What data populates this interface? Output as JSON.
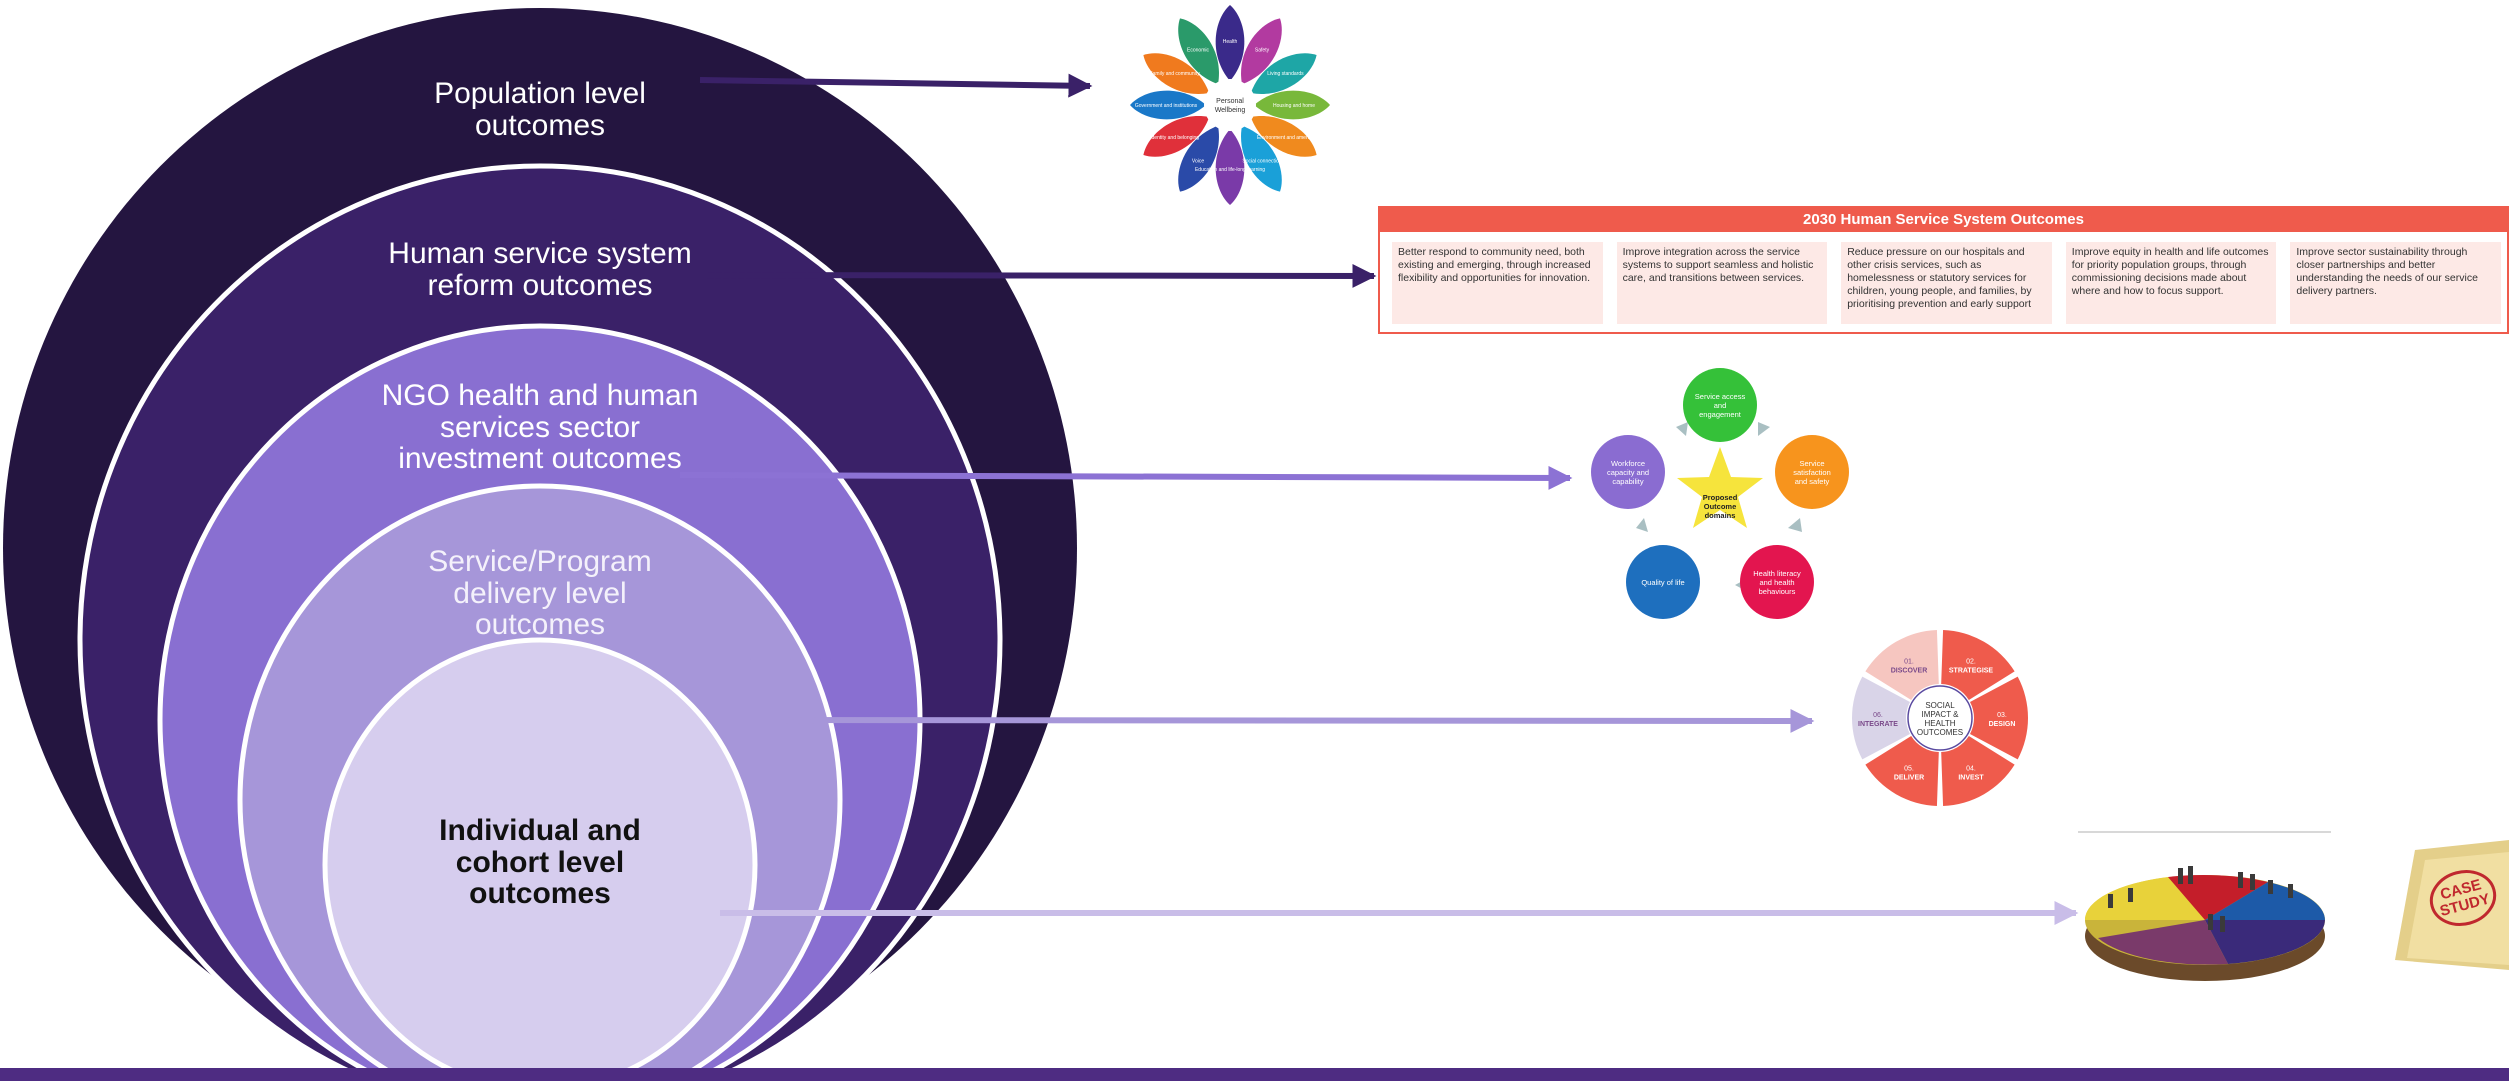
{
  "levels": {
    "population": {
      "line1": "Population level",
      "line2": "outcomes"
    },
    "system": {
      "line1": "Human service system",
      "line2": "reform outcomes"
    },
    "ngo": {
      "line1": "NGO health and human",
      "line2": "services  sector",
      "line3": "investment outcomes"
    },
    "program": {
      "line1": "Service/Program",
      "line2": "delivery level",
      "line3": "outcomes"
    },
    "individual": {
      "line1": "Individual and",
      "line2": "cohort level",
      "line3": "outcomes"
    }
  },
  "wellbeing_flower": {
    "center": [
      "Personal",
      "Wellbeing"
    ],
    "petals": [
      "Health",
      "Safety",
      "Living standards",
      "Housing and home",
      "Environment and amenity",
      "Social connection",
      "Education and life-long learning",
      "Voice",
      "Identity and belonging",
      "Government and institutions",
      "Family and community",
      "Economic"
    ]
  },
  "outcomes_table": {
    "title": "2030 Human Service System Outcomes",
    "cells": [
      "Better respond to community need, both existing and emerging, through increased flexibility and opportunities for innovation.",
      "Improve integration across the service systems to support seamless and holistic care, and transitions between services.",
      "Reduce pressure on our hospitals and other crisis services, such as homelessness or statutory services for children, young people, and families, by prioritising prevention and early support",
      "Improve equity in health and life outcomes for priority population groups, through commissioning decisions made about where and how to focus support.",
      "Improve sector sustainability through closer partnerships and better understanding the needs of our service delivery partners."
    ]
  },
  "domains": {
    "center": [
      "Proposed",
      "Outcome",
      "domains"
    ],
    "items": [
      {
        "lines": [
          "Service access",
          "and",
          "engagement"
        ],
        "color": "#35c139"
      },
      {
        "lines": [
          "Service",
          "satisfaction",
          "and safety"
        ],
        "color": "#f7941d"
      },
      {
        "lines": [
          "Health literacy",
          "and health",
          "behaviours"
        ],
        "color": "#e3154f"
      },
      {
        "lines": [
          "Quality of life"
        ],
        "color": "#1e6fbe"
      },
      {
        "lines": [
          "Workforce",
          "capacity and",
          "capability"
        ],
        "color": "#8a6cd1"
      }
    ]
  },
  "cycle": {
    "center": [
      "SOCIAL",
      "IMPACT &",
      "HEALTH",
      "OUTCOMES"
    ],
    "segments": [
      {
        "num": "02.",
        "name": "STRATEGISE"
      },
      {
        "num": "03.",
        "name": "DESIGN"
      },
      {
        "num": "04.",
        "name": "INVEST"
      },
      {
        "num": "05.",
        "name": "DELIVER"
      },
      {
        "num": "06.",
        "name": "INTEGRATE"
      },
      {
        "num": "01.",
        "name": "DISCOVER"
      }
    ]
  },
  "case_study": {
    "line1": "CASE",
    "line2": "STUDY"
  },
  "colors": {
    "ring1": "#241540",
    "ring2": "#3a2168",
    "ring3": "#896fd1",
    "ring4": "#a696d9",
    "ring5": "#d6cdee",
    "bottom_bar": "#4e2c82",
    "table_red": "#ef5b4c"
  }
}
